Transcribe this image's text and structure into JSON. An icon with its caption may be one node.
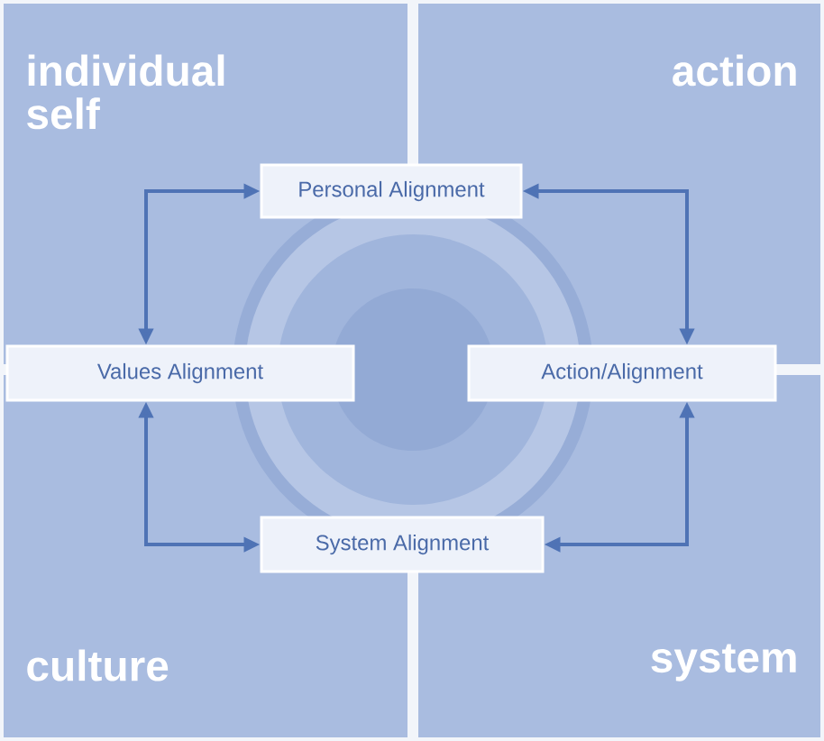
{
  "diagram": {
    "nodes": [
      {
        "text": [
          "Personal Alignment"
        ]
      },
      {
        "text": [
          "Values Alignment"
        ]
      },
      {
        "text": [
          "Action/Alignment"
        ]
      },
      {
        "text": [
          "System Alignment"
        ]
      }
    ],
    "edges": [
      {
        "from": 0,
        "to": 1,
        "arrow": "both"
      },
      {
        "from": 0,
        "to": 2,
        "arrow": "both"
      },
      {
        "from": 1,
        "to": 3,
        "arrow": "both"
      },
      {
        "from": 2,
        "to": 3,
        "arrow": "both"
      }
    ],
    "labels": [
      "individual self",
      "action",
      "culture",
      "system"
    ]
  }
}
